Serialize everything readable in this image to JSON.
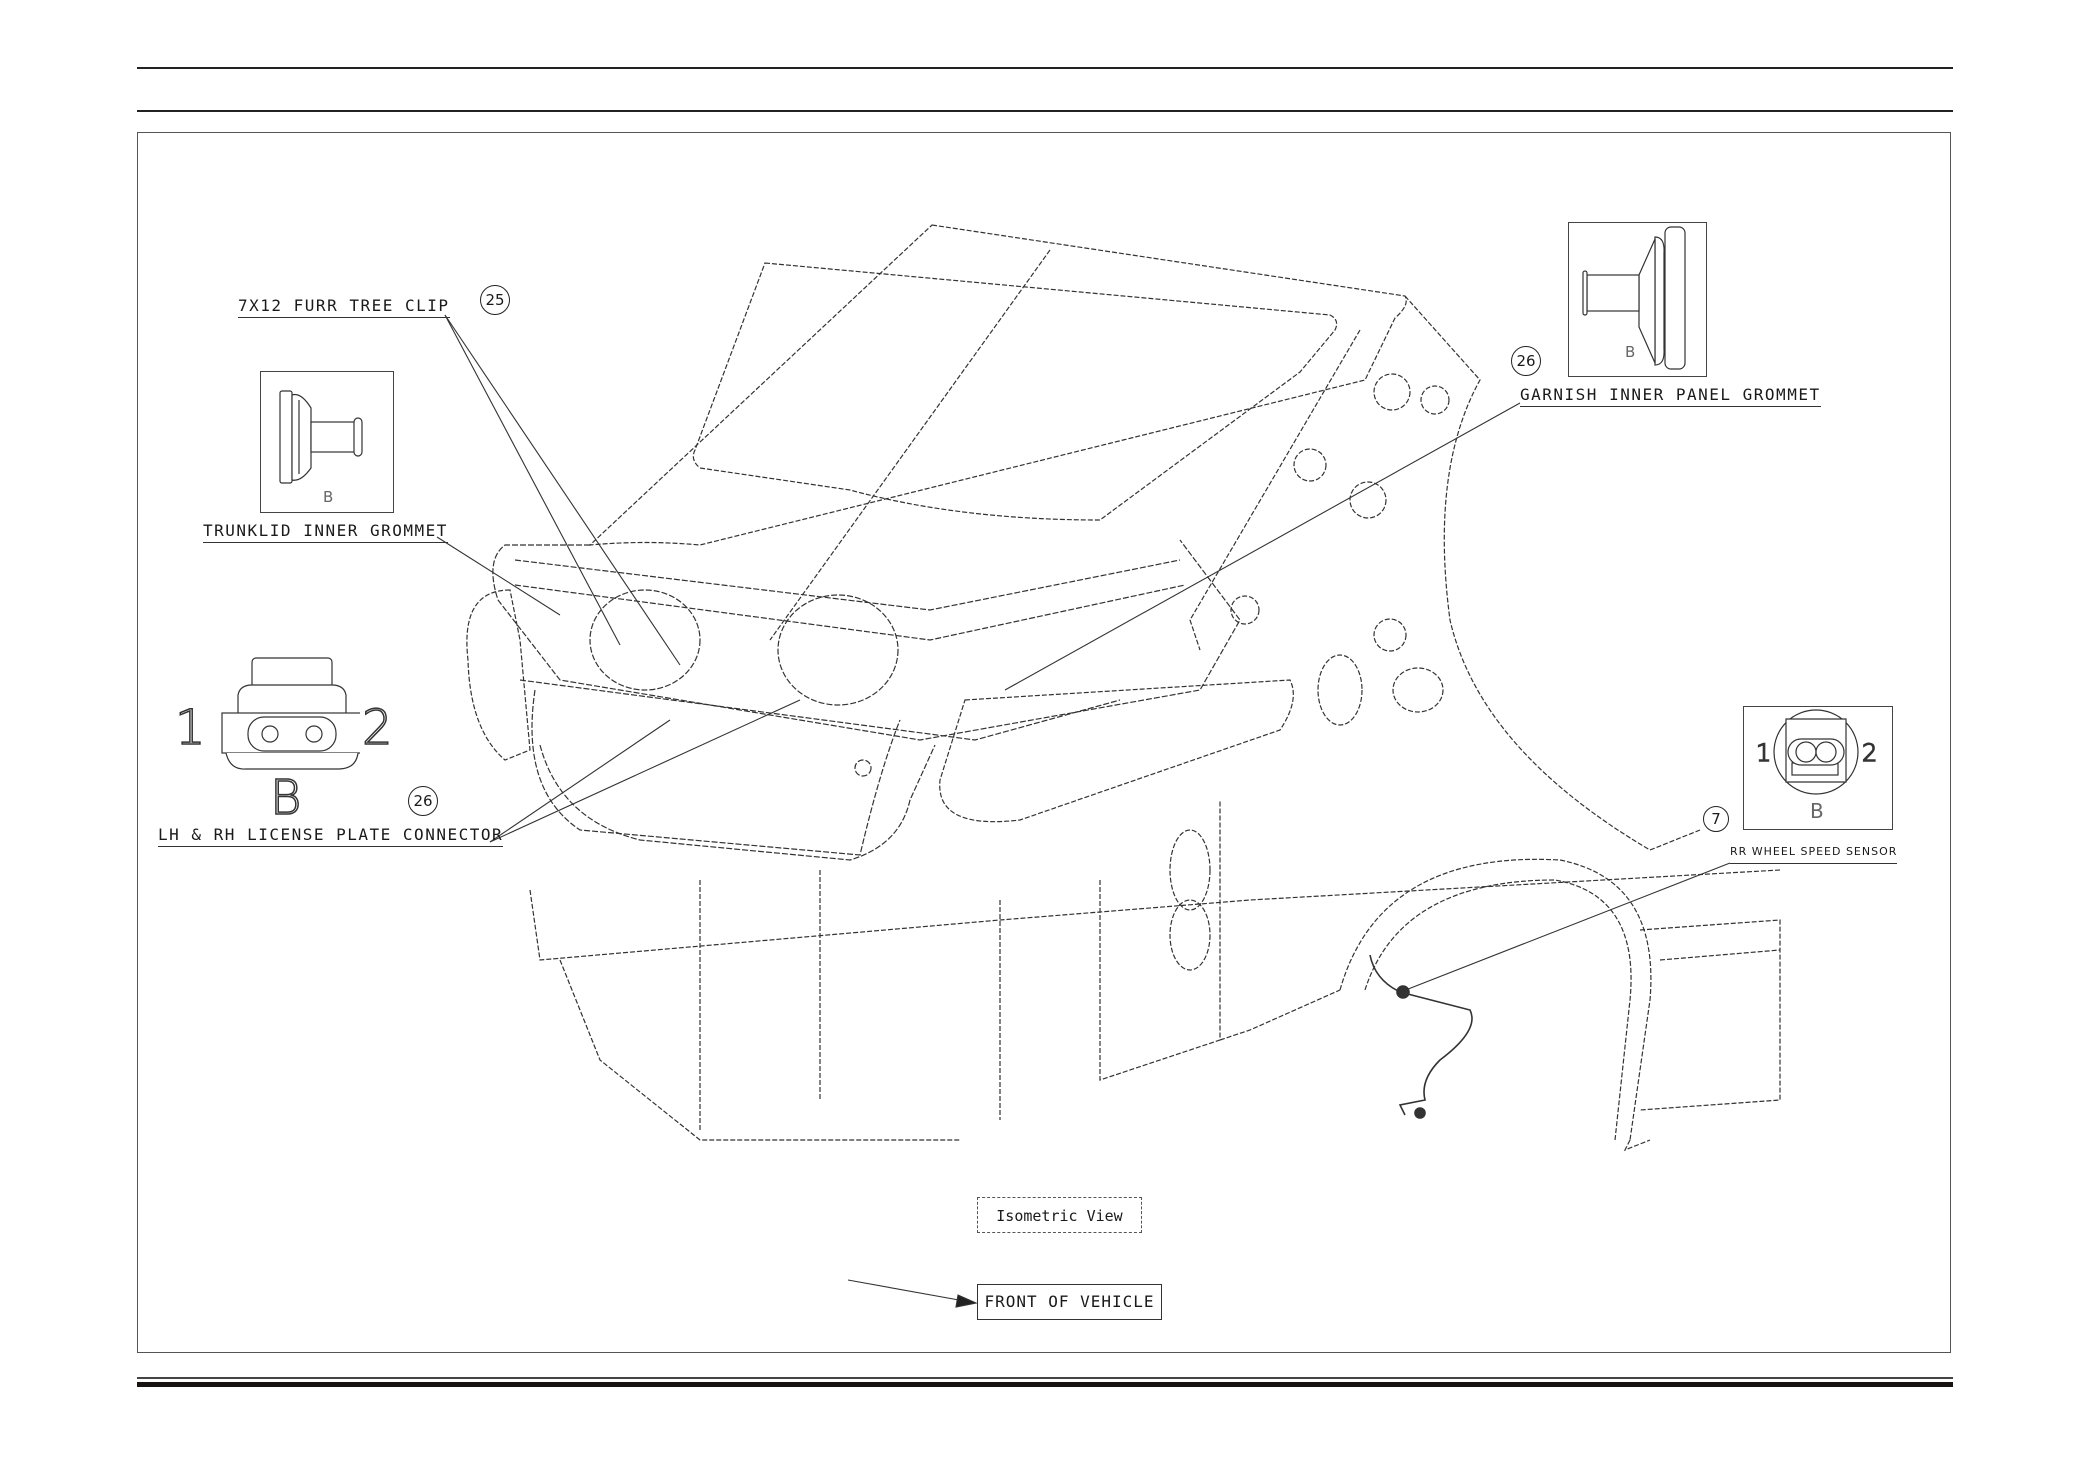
{
  "diagram": {
    "view_label": "Isometric View",
    "direction_label": "FRONT OF VEHICLE",
    "colors": {
      "ink": "#1a1a1a",
      "line": "#333333",
      "paper": "#ffffff"
    }
  },
  "callouts": [
    {
      "id": "furr-tree-clip",
      "number": "25",
      "label": "7X12 FURR TREE CLIP"
    },
    {
      "id": "trunklid-inner-grommet",
      "number": "",
      "label": "TRUNKLID INNER GROMMET",
      "inset_view": "B"
    },
    {
      "id": "license-plate-connector",
      "number": "26",
      "label": "LH & RH LICENSE PLATE CONNECTOR",
      "inset_view": "B",
      "pins": [
        "1",
        "2"
      ]
    },
    {
      "id": "garnish-inner-panel-grommet",
      "number": "26",
      "label": "GARNISH INNER PANEL GROMMET",
      "inset_view": "B"
    },
    {
      "id": "rr-wheel-speed-sensor",
      "number": "7",
      "label": "RR WHEEL SPEED SENSOR",
      "inset_view": "B",
      "pins": [
        "1",
        "2"
      ]
    }
  ]
}
